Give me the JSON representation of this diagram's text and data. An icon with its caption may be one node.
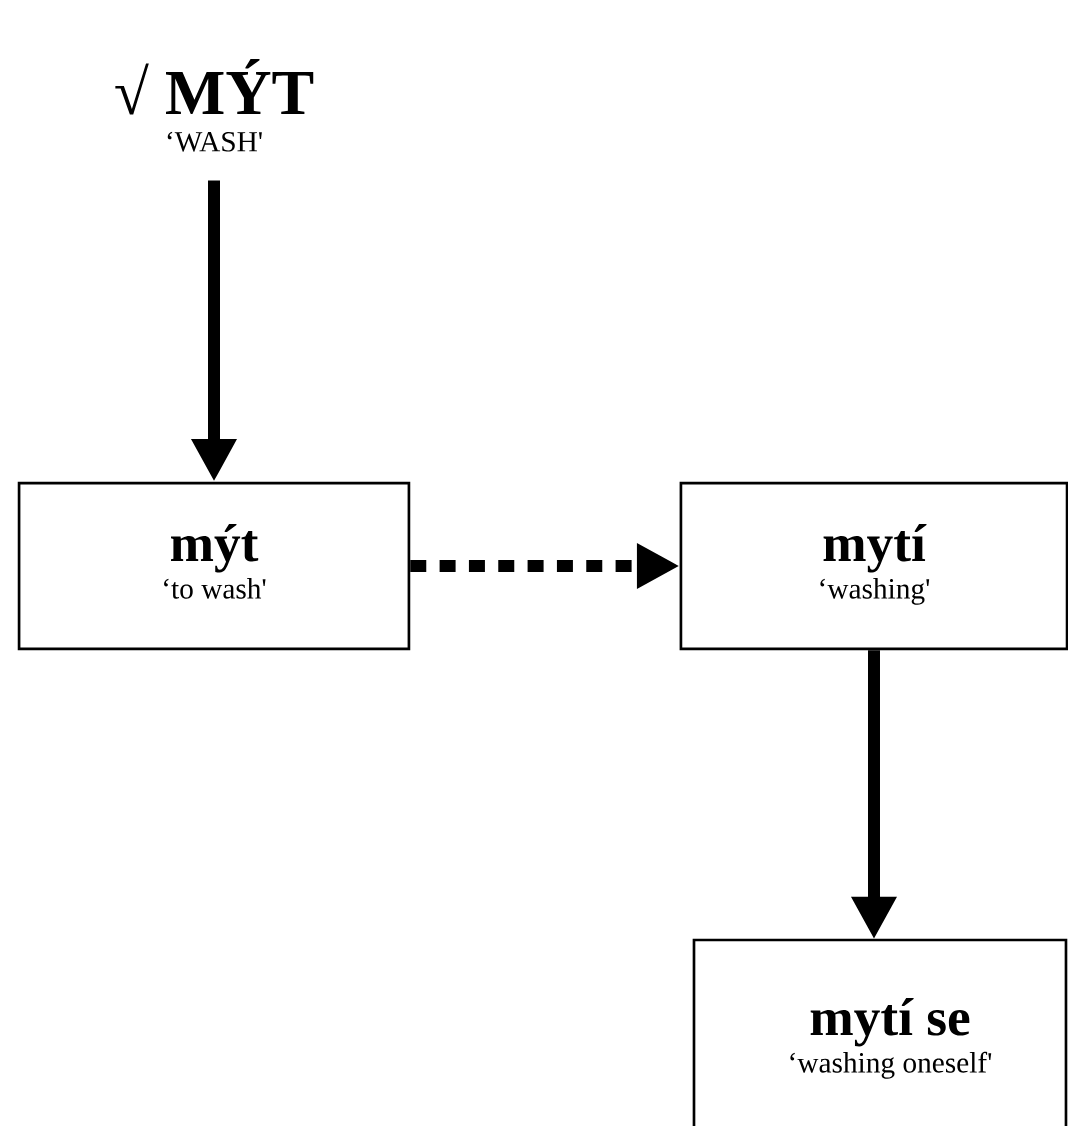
{
  "diagram": {
    "nodes": [
      {
        "text": [
          "√ MÝT",
          "‘WASH'"
        ]
      },
      {
        "text": [
          "mýt",
          "‘to wash'"
        ]
      },
      {
        "text": [
          "mytí",
          "‘washing'"
        ]
      },
      {
        "text": [
          "mytí se",
          "‘washing oneself'"
        ]
      }
    ],
    "edges": [
      {
        "from": 0,
        "to": 1,
        "arrow": "to"
      },
      {
        "from": 1,
        "to": 2,
        "arrow": "to",
        "style": "dashed"
      },
      {
        "from": 2,
        "to": 3,
        "arrow": "to"
      }
    ]
  }
}
